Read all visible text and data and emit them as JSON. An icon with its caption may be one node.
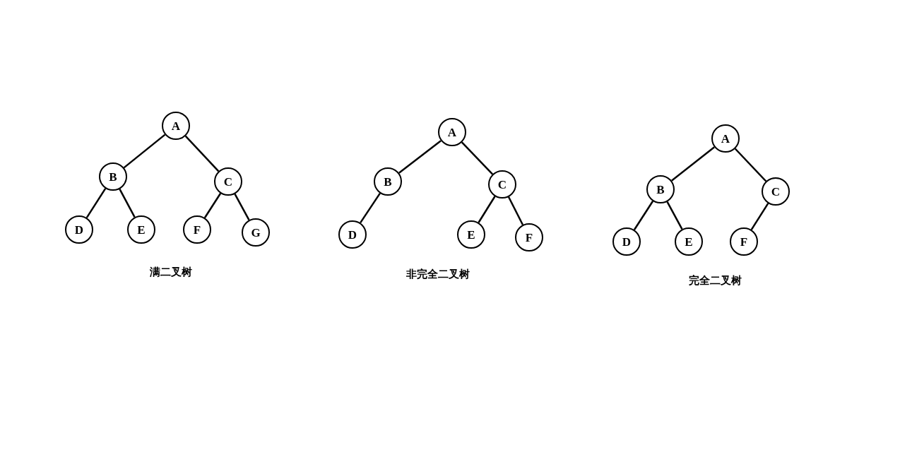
{
  "diagram": {
    "nodes": [
      {
        "text": [
          "A"
        ]
      },
      {
        "text": [
          "B"
        ]
      },
      {
        "text": [
          "C"
        ]
      },
      {
        "text": [
          "D"
        ]
      },
      {
        "text": [
          "E"
        ]
      },
      {
        "text": [
          "F"
        ]
      },
      {
        "text": [
          "G"
        ]
      },
      {
        "text": [
          "A"
        ]
      },
      {
        "text": [
          "B"
        ]
      },
      {
        "text": [
          "C"
        ]
      },
      {
        "text": [
          "D"
        ]
      },
      {
        "text": [
          "E"
        ]
      },
      {
        "text": [
          "F"
        ]
      },
      {
        "text": [
          "A"
        ]
      },
      {
        "text": [
          "B"
        ]
      },
      {
        "text": [
          "C"
        ]
      },
      {
        "text": [
          "D"
        ]
      },
      {
        "text": [
          "E"
        ]
      },
      {
        "text": [
          "F"
        ]
      }
    ],
    "edges": [
      {
        "from": 0,
        "to": 1,
        "arrow": "none"
      },
      {
        "from": 0,
        "to": 2,
        "arrow": "none"
      },
      {
        "from": 1,
        "to": 3,
        "arrow": "none"
      },
      {
        "from": 1,
        "to": 4,
        "arrow": "none"
      },
      {
        "from": 2,
        "to": 5,
        "arrow": "none"
      },
      {
        "from": 2,
        "to": 6,
        "arrow": "none"
      },
      {
        "from": 7,
        "to": 8,
        "arrow": "none"
      },
      {
        "from": 7,
        "to": 9,
        "arrow": "none"
      },
      {
        "from": 8,
        "to": 10,
        "arrow": "none"
      },
      {
        "from": 9,
        "to": 11,
        "arrow": "none"
      },
      {
        "from": 9,
        "to": 12,
        "arrow": "none"
      },
      {
        "from": 13,
        "to": 14,
        "arrow": "none"
      },
      {
        "from": 13,
        "to": 15,
        "arrow": "none"
      },
      {
        "from": 14,
        "to": 16,
        "arrow": "none"
      },
      {
        "from": 14,
        "to": 17,
        "arrow": "none"
      },
      {
        "from": 15,
        "to": 18,
        "arrow": "none"
      }
    ],
    "labels": [
      "满二叉树",
      "非完全二叉树",
      "完全二叉树"
    ]
  }
}
